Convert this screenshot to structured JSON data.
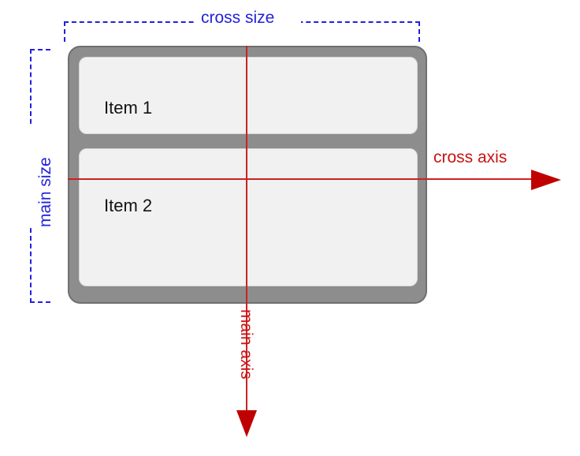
{
  "diagram": {
    "title": "flexbox main axis and cross axis diagram",
    "colors": {
      "axis_red": "#cc1111",
      "arrow_red": "#c00000",
      "bracket_blue": "#2222dd",
      "container_gray": "#8d8d8d",
      "container_border": "#6f6f6f",
      "item_fill": "#f1f1f1",
      "item_border": "#d6d6d6",
      "item_text": "#121212",
      "background": "#ffffff"
    },
    "container": {
      "name": "flex-container",
      "items": [
        {
          "label": "Item 1"
        },
        {
          "label": "Item 2"
        }
      ]
    },
    "axes": [
      {
        "key": "cross",
        "label": "cross axis",
        "direction": "horizontal-right",
        "color": "#cc1111"
      },
      {
        "key": "main",
        "label": "main axis",
        "direction": "vertical-down",
        "color": "#cc1111"
      }
    ],
    "measurements": [
      {
        "key": "cross_size",
        "label": "cross size",
        "orientation": "horizontal",
        "spans": "full width of flex container",
        "color": "#2222dd"
      },
      {
        "key": "main_size",
        "label": "main size",
        "orientation": "vertical",
        "spans": "full height of flex container",
        "color": "#2222dd"
      }
    ]
  }
}
